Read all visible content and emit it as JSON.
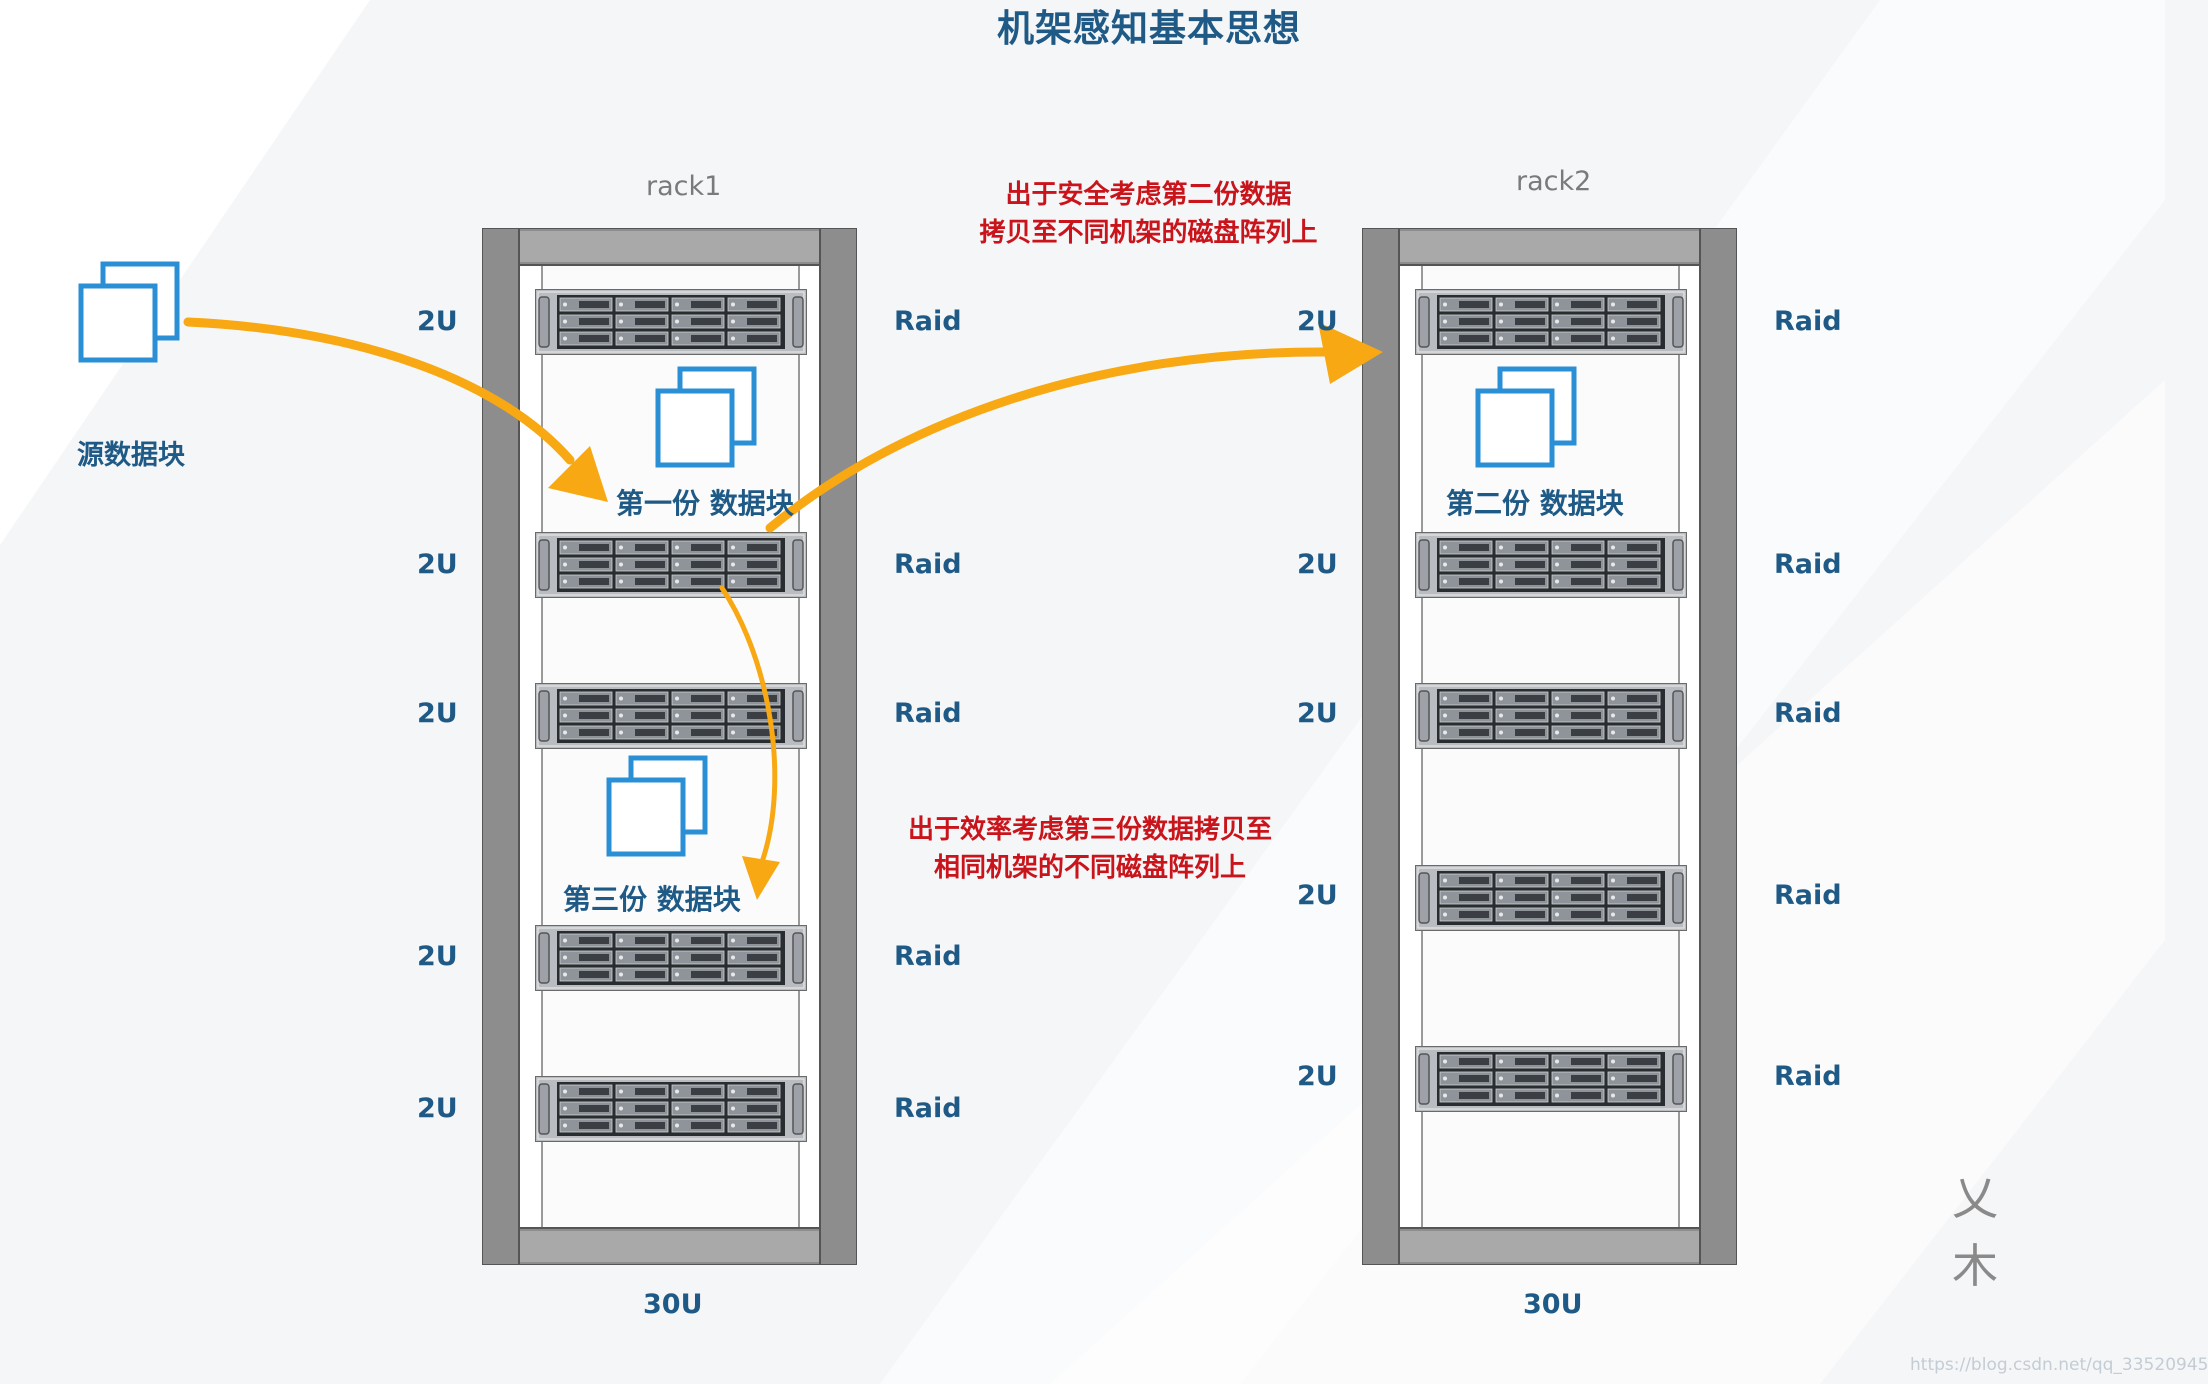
{
  "title": "机架感知基本思想",
  "source_block": {
    "label": "源数据块"
  },
  "racks": [
    {
      "name": "rack1",
      "capacity": "30U",
      "servers": [
        {
          "size": "2U",
          "label": "Raid"
        },
        {
          "size": "2U",
          "label": "Raid"
        },
        {
          "size": "2U",
          "label": "Raid"
        },
        {
          "size": "2U",
          "label": "Raid"
        },
        {
          "size": "2U",
          "label": "Raid"
        }
      ]
    },
    {
      "name": "rack2",
      "capacity": "30U",
      "servers": [
        {
          "size": "2U",
          "label": "Raid"
        },
        {
          "size": "2U",
          "label": "Raid"
        },
        {
          "size": "2U",
          "label": "Raid"
        },
        {
          "size": "2U",
          "label": "Raid"
        },
        {
          "size": "2U",
          "label": "Raid"
        }
      ]
    }
  ],
  "blocks": {
    "first": "第一份 数据块",
    "second": "第二份 数据块",
    "third": "第三份 数据块"
  },
  "notes": {
    "safety": [
      "出于安全考虑第二份数据",
      "拷贝至不同机架的磁盘阵列上"
    ],
    "efficiency": [
      "出于效率考虑第三份数据拷贝至",
      "相同机架的不同磁盘阵列上"
    ]
  },
  "signature": [
    "乂",
    "木"
  ],
  "watermark": "https://blog.csdn.net/qq_33520945",
  "colors": {
    "arrow": "#f7a812",
    "block": "#2b8fd6",
    "text": "#1f5a86",
    "note": "#c8141a",
    "rack_frame": "#8c8c8c"
  }
}
